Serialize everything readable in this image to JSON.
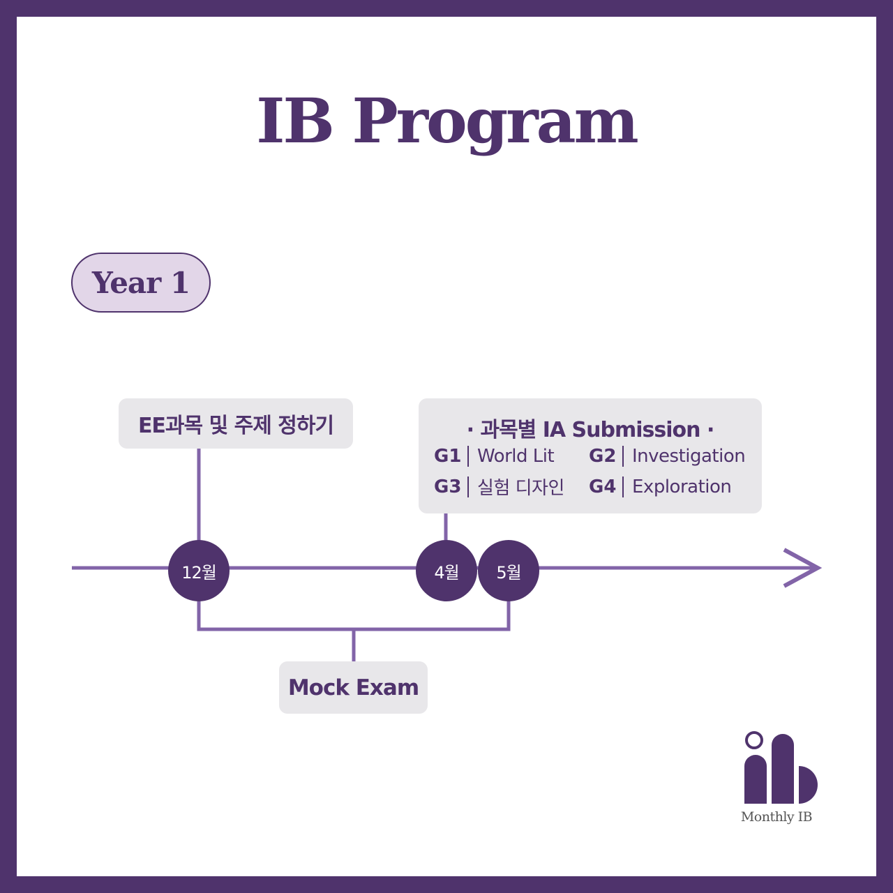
{
  "title": "IB Program",
  "year_label": "Year 1",
  "timeline": {
    "nodes": [
      {
        "label": "12월"
      },
      {
        "label": "4월"
      },
      {
        "label": "5월"
      }
    ]
  },
  "ee_box": {
    "text": "EE과목 및 주제 정하기"
  },
  "ia_box": {
    "heading": "· 과목별 IA Submission ·",
    "items": [
      {
        "group": "G1",
        "subject": "World Lit"
      },
      {
        "group": "G2",
        "subject": "Investigation"
      },
      {
        "group": "G3",
        "subject": "실험 디자인"
      },
      {
        "group": "G4",
        "subject": "Exploration"
      }
    ]
  },
  "mock_box": {
    "text": "Mock Exam"
  },
  "logo": {
    "text": "Monthly IB"
  },
  "colors": {
    "primary": "#4f336c",
    "line": "#8264a8",
    "box_bg": "#e8e7ea",
    "pill_bg": "#e2d6e8"
  }
}
